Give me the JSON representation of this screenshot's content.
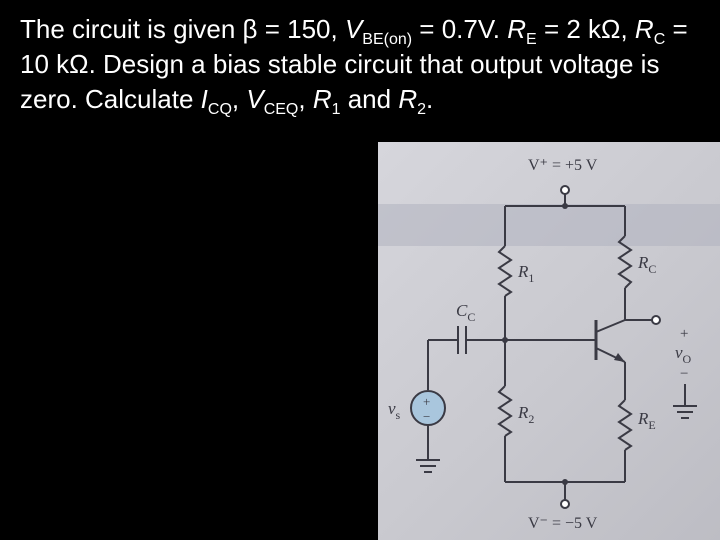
{
  "problem": {
    "t1": "The circuit is given β = 150, ",
    "V": "V",
    "sub_be": "BE(on)",
    "t2": " = 0.7V. ",
    "R": "R",
    "sub_e": "E",
    "t3": " = 2 kΩ, ",
    "sub_c": "C",
    "t4": " = 10 kΩ. Design a bias stable circuit that output voltage is zero. Calculate ",
    "I": "I",
    "sub_cq": "CQ",
    "t5": ", ",
    "sub_ceq": "CEQ",
    "t6": ", ",
    "sub_1": "1",
    "t7": " and ",
    "sub_2": "2",
    "t8": "."
  },
  "circuit": {
    "vplus": "V⁺ = +5 V",
    "vminus": "V⁻ = −5 V",
    "r1": "R",
    "r1_sub": "1",
    "r2": "R",
    "r2_sub": "2",
    "rc": "R",
    "rc_sub": "C",
    "re": "R",
    "re_sub": "E",
    "cc": "C",
    "cc_sub": "C",
    "vs": "v",
    "vs_sub": "s",
    "vo": "v",
    "vo_sub": "O",
    "plus": "+",
    "minus": "−"
  },
  "colors": {
    "background": "#000000",
    "text": "#ffffff",
    "photo": "#cfcfd5",
    "ink": "#3a3a44",
    "source_fill": "#a9c6dd"
  }
}
